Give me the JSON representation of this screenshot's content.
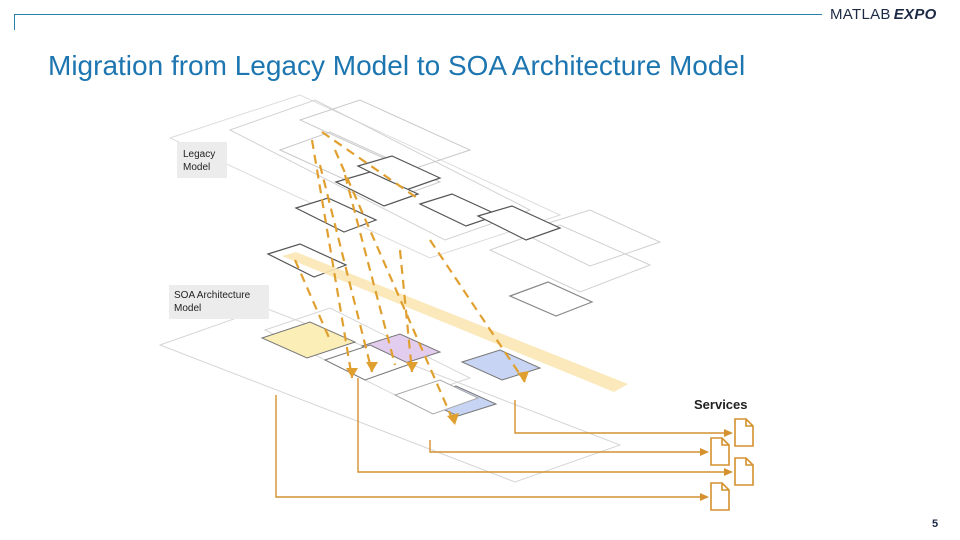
{
  "header": {
    "brand_main": "MATLAB",
    "brand_expo": "EXPO"
  },
  "slide": {
    "title": "Migration from Legacy Model to SOA Architecture Model",
    "page_number": "5"
  },
  "diagram": {
    "legacy_label_line1": "Legacy",
    "legacy_label_line2": "Model",
    "soa_label_line1": "SOA Architecture",
    "soa_label_line2": "Model",
    "services_label": "Services",
    "colors": {
      "arrow": "#e0a030",
      "service_line": "#d4912e",
      "band": "#fbe7b5",
      "block_purple": "#e3cdef",
      "block_blue": "#c8d4f4",
      "block_yellow": "#fbeeb7"
    }
  }
}
